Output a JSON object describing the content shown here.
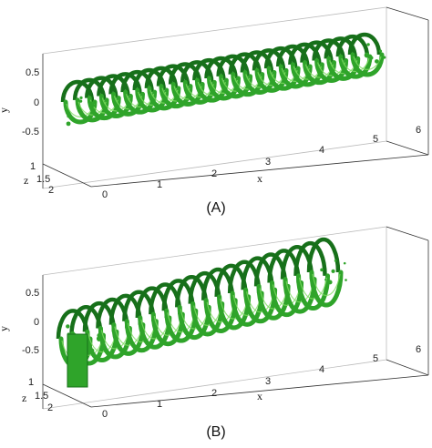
{
  "panels": [
    {
      "id": "A",
      "caption": "(A)",
      "x_label": "x",
      "y_label": "y",
      "z_label": "z",
      "x_ticks": [
        "0",
        "1",
        "2",
        "3",
        "4",
        "5",
        "6"
      ],
      "y_ticks": [
        "0.5",
        "0",
        "-0.5"
      ],
      "z_ticks": [
        "1",
        "1.5",
        "2"
      ]
    },
    {
      "id": "B",
      "caption": "(B)",
      "x_label": "x",
      "y_label": "y",
      "z_label": "z",
      "x_ticks": [
        "0",
        "1",
        "2",
        "3",
        "4",
        "5",
        "6"
      ],
      "y_ticks": [
        "0.5",
        "0",
        "-0.5"
      ],
      "z_ticks": [
        "1",
        "1.5",
        "2"
      ]
    }
  ],
  "colors": {
    "vortex": "#2fa42a",
    "vortex_dark": "#17701a",
    "vortex_light": "#7fdc63",
    "box": "#333333"
  }
}
